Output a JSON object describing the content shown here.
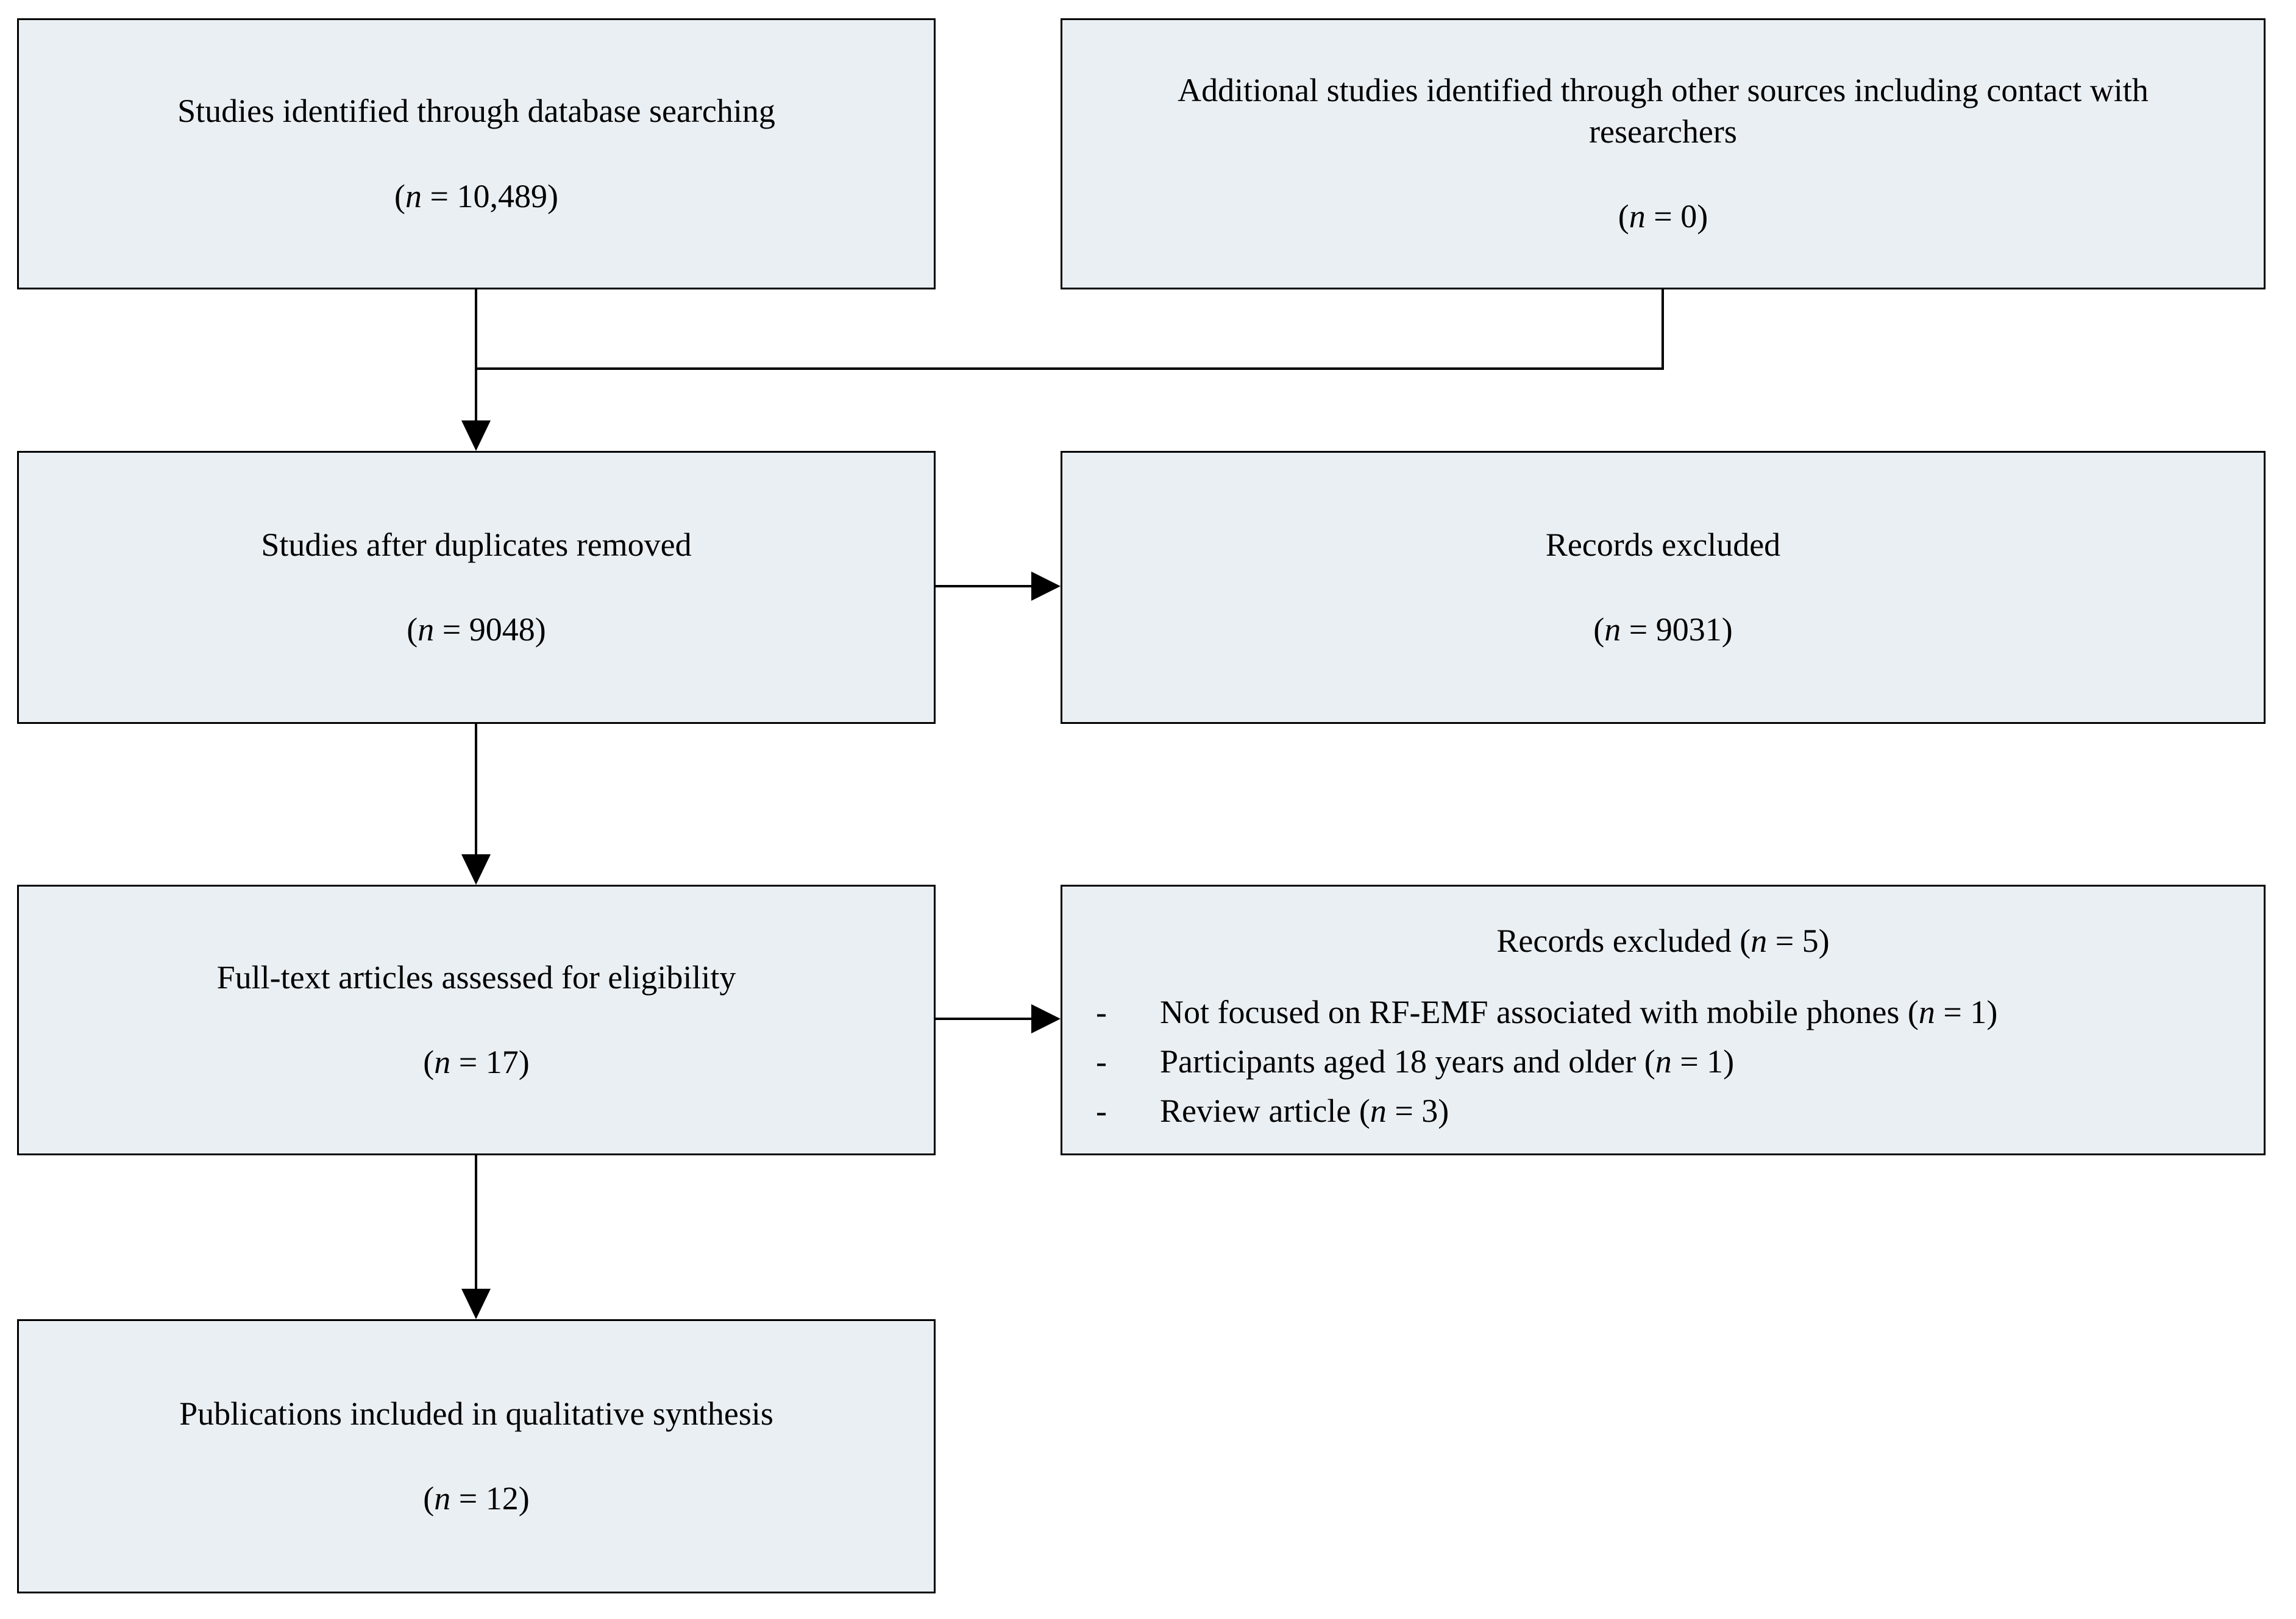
{
  "figure": {
    "type": "prisma-flow-diagram",
    "colors": {
      "box_fill": "#eaeff3",
      "box_border": "#000000",
      "arrow": "#000000",
      "background": "#ffffff",
      "text": "#000000"
    },
    "boxes": {
      "db_search": {
        "label": "Studies identified through database searching",
        "count": "(n = 10,489)"
      },
      "other_sources": {
        "label": "Additional studies identified through other sources including contact with researchers",
        "count": "(n = 0)"
      },
      "after_duplicates": {
        "label": "Studies after duplicates removed",
        "count": "(n = 9048)"
      },
      "records_excluded": {
        "label": "Records excluded",
        "count": "(n = 9031)"
      },
      "fulltext": {
        "label": "Full-text articles assessed for eligibility",
        "count": "(n = 17)"
      },
      "fulltext_excluded": {
        "title": "Records excluded (n = 5)",
        "bullet_marker": "-",
        "bullets": [
          "Not focused on RF-EMF associated with mobile phones (n = 1)",
          "Participants aged 18 years and older (n = 1)",
          "Review article (n = 3)"
        ]
      },
      "qualitative": {
        "label": "Publications included in qualitative synthesis",
        "count": "(n = 12)"
      }
    }
  }
}
